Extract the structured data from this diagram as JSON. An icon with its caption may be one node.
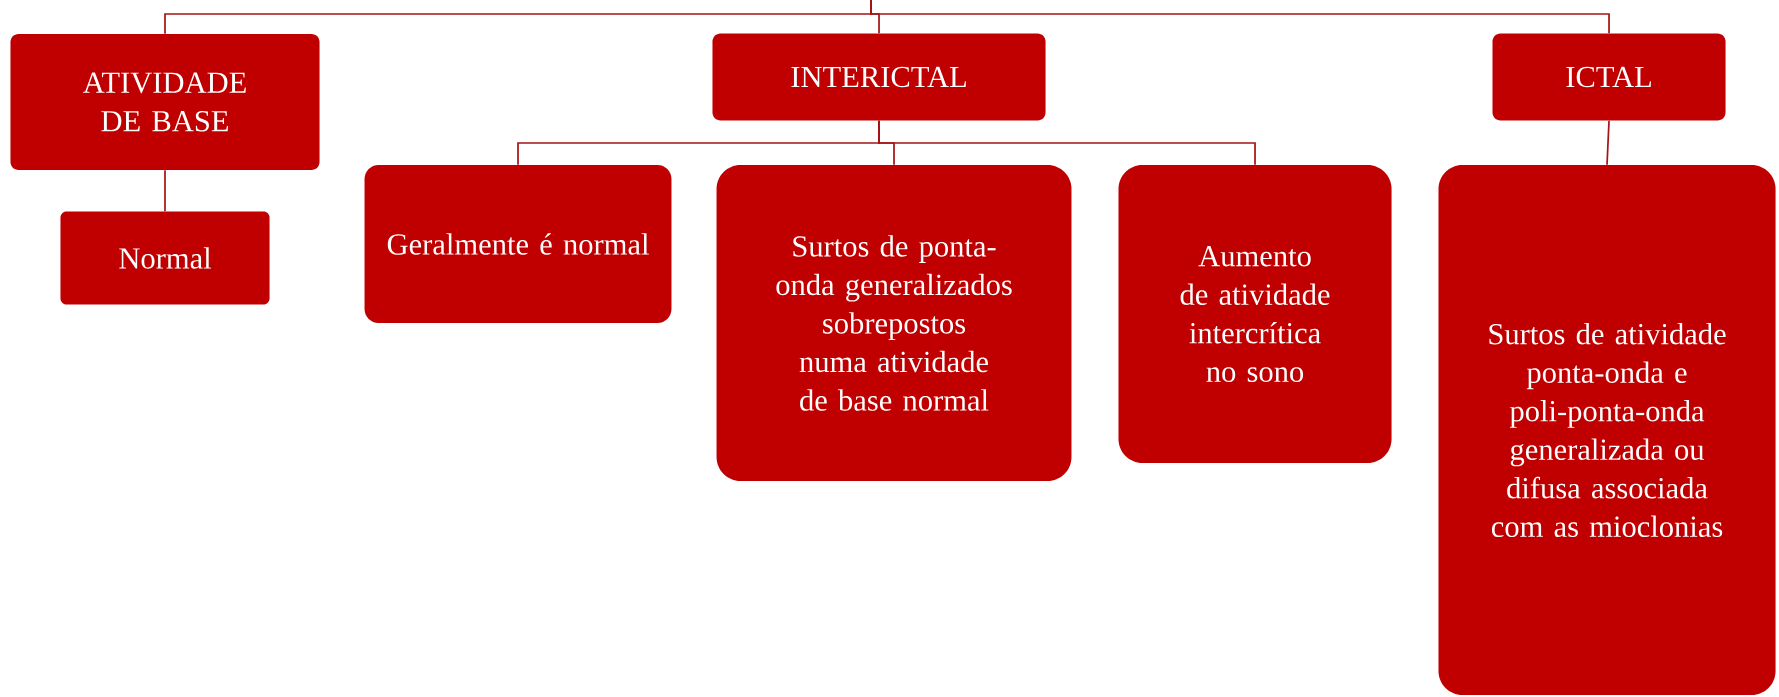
{
  "diagram": {
    "nodes": [
      {
        "text": [
          "ATIVIDADE DE BASE"
        ]
      },
      {
        "text": [
          "INTERICTAL"
        ]
      },
      {
        "text": [
          "ICTAL"
        ]
      },
      {
        "text": [
          "Normal"
        ]
      },
      {
        "text": [
          "Geralmente é normal"
        ]
      },
      {
        "text": [
          "Surtos de ponta-onda generalizados sobrepostos numa atividade de base normal"
        ]
      },
      {
        "text": [
          "Aumento de atividade intercrítica no sono"
        ]
      },
      {
        "text": [
          "Surtos de atividade ponta-onda e poli-ponta-onda generalizada ou difusa associada com as mioclonias"
        ]
      }
    ],
    "edges": [
      {
        "from": null,
        "to": 0,
        "arrow": "none"
      },
      {
        "from": null,
        "to": 1,
        "arrow": "none"
      },
      {
        "from": null,
        "to": 2,
        "arrow": "none"
      },
      {
        "from": 0,
        "to": 3,
        "arrow": "none"
      },
      {
        "from": 1,
        "to": 4,
        "arrow": "none"
      },
      {
        "from": 1,
        "to": 5,
        "arrow": "none"
      },
      {
        "from": 1,
        "to": 6,
        "arrow": "none"
      },
      {
        "from": 2,
        "to": 7,
        "arrow": "none"
      }
    ]
  }
}
